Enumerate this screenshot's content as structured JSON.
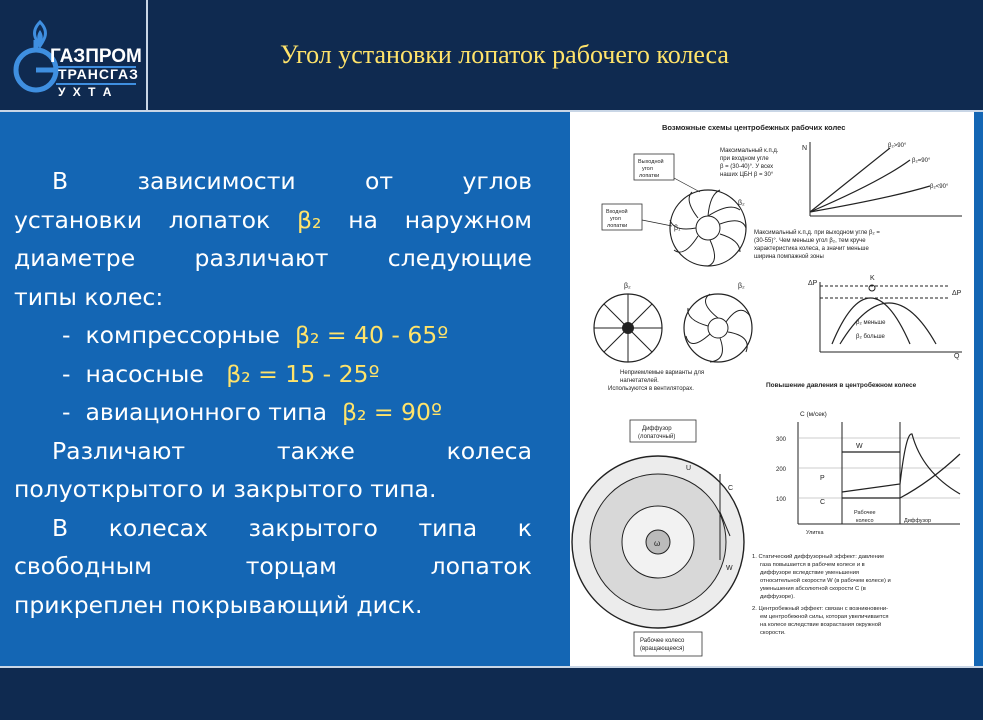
{
  "slide": {
    "title": "Угол установки лопаток рабочего колеса"
  },
  "logo": {
    "line1": "ГАЗПРОМ",
    "line2": "ТРАНСГАЗ",
    "line3": "У Х Т А"
  },
  "body": {
    "p1": {
      "line1": [
        "В",
        "зависимости",
        "от",
        "углов"
      ],
      "line2": [
        "установки",
        "лопаток",
        "β₂",
        "на",
        "наружном"
      ],
      "line3": [
        "диаметре",
        "различают",
        "следующие"
      ],
      "line4": "типы колес:"
    },
    "bullets": [
      {
        "dash": "-",
        "label": "компрессорные",
        "value": "β₂ = 40 - 65º"
      },
      {
        "dash": "-",
        "label": "насосные",
        "value": "β₂ = 15 - 25º"
      },
      {
        "dash": "-",
        "label": "авиационного типа",
        "value": "β₂ = 90º"
      }
    ],
    "p2": {
      "line1": [
        "Различают",
        "также",
        "колеса"
      ],
      "line2": "полуоткрытого и закрытого типа."
    },
    "p3": {
      "line1": [
        "В",
        "колесах",
        "закрытого",
        "типа",
        "к"
      ],
      "line2": [
        "свободным",
        "торцам",
        "лопаток"
      ],
      "line3": "прикреплен покрывающий диск."
    }
  },
  "figure": {
    "heading": "Возможные схемы центробежных рабочих колес",
    "label_exit_angle": [
      "Выходной",
      "угол",
      "лопатки"
    ],
    "label_entry_angle": [
      "Входной",
      "угол",
      "лопатки"
    ],
    "note_max_eff_top": [
      "Максимальный к.п.д.",
      "при входном угле",
      "β = (30-40)°. У всех",
      "наших ЦБН β = 30°"
    ],
    "note_max_eff_mid": [
      "Максимальный к.п.д. при выходном угле β₂ =",
      "(30-55)°. Чем меньше угол β₂, тем круче",
      "характеристика колеса, а значит меньше",
      "ширина помпажной зоны"
    ],
    "curve_labels": [
      "β₂>90°",
      "β₂=90°",
      "β₂<90°"
    ],
    "axis_n": "N",
    "axis_dp": "ΔP",
    "axis_q": "Q",
    "label_k": "K",
    "label_b2_less": "β₂ меньше",
    "label_b2_more": "β₂ больше",
    "blade_labels": [
      "β₂",
      "β₂",
      "β₁"
    ],
    "caption_blowers": [
      "Неприемлемые варианты для",
      "нагнетателей.",
      "Используются в вентиляторах."
    ],
    "pressure_heading": "Повышение давления в центробежном колесе",
    "diffuser_label": [
      "Диффузор",
      "(лопаточный)"
    ],
    "impeller_label": [
      "Рабочее колесо",
      "(вращающееся)"
    ],
    "vector_labels": [
      "U",
      "C",
      "W"
    ],
    "omega": "ω",
    "chart_ylabel": "C (м/сек)",
    "chart_yticks": [
      "300",
      "200",
      "100"
    ],
    "chart_zones": [
      "Улитка",
      "Рабочее",
      "колесо",
      "Диффузор"
    ],
    "chart_curves": [
      "P",
      "C",
      "W"
    ],
    "note1": [
      "1. Статический диффузорный эффект: давление",
      "газа повышается в рабочем колесе и в",
      "диффузоре вследствие уменьшения",
      "относительной скорости W (в рабочем колесе) и",
      "уменьшения абсолютной скорости C (в",
      "диффузоре)."
    ],
    "note2": [
      "2. Центробежный эффект: связан с возникновени-",
      "ем центробежной силы, которая увеличивается",
      "на колесе вследствие возрастания окружной",
      "скорости."
    ]
  }
}
